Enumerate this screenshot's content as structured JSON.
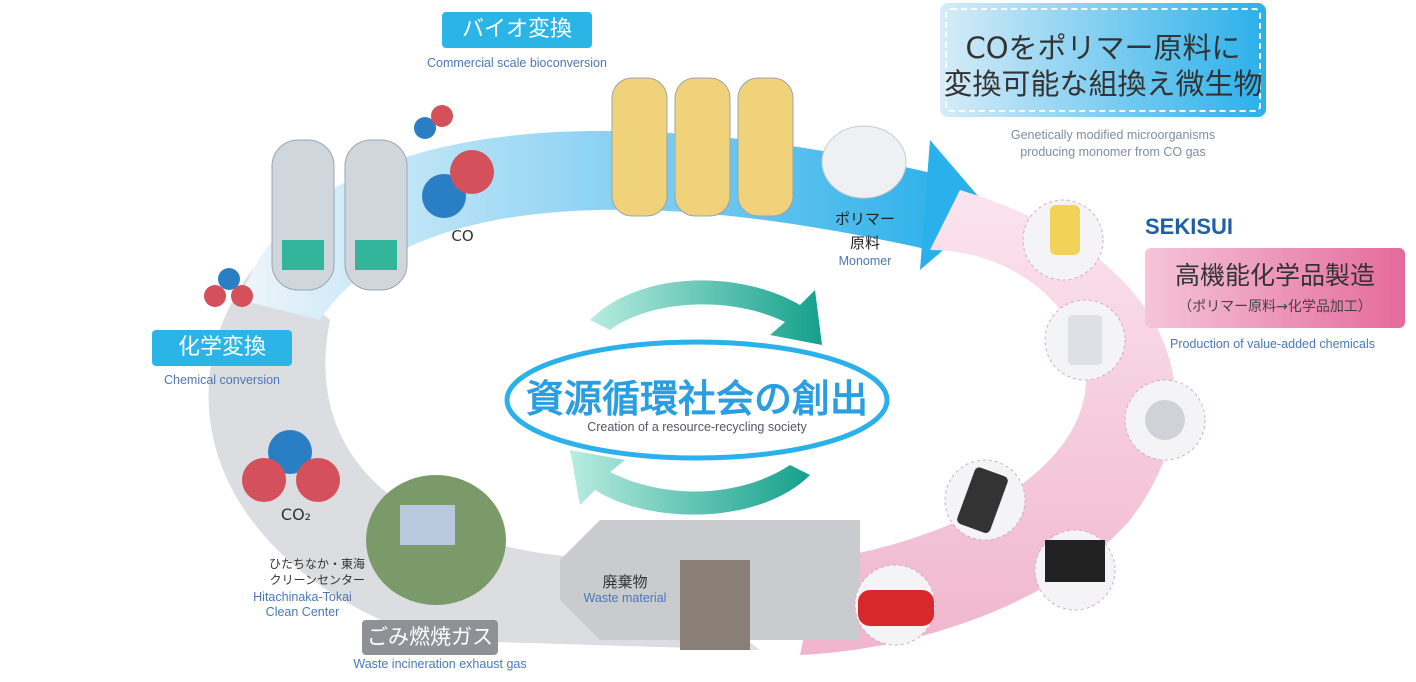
{
  "bio_label": {
    "jp": "バイオ変換",
    "en": "Commercial scale bioconversion"
  },
  "callout": {
    "line1": "COをポリマー原料に",
    "line2": "変換可能な組換え微生物",
    "en1": "Genetically modified microorganisms",
    "en2": "producing monomer from CO gas"
  },
  "company_logo": "SEKISUI",
  "chemicals": {
    "jp": "高機能化学品製造",
    "sub": "（ポリマー原料→化学品加工）",
    "en": "Production of value-added chemicals"
  },
  "chemical_conversion": {
    "jp": "化学変換",
    "en": "Chemical conversion"
  },
  "co_label": "CO",
  "co2_label": "CO₂",
  "monomer": {
    "jp1": "ポリマー",
    "jp2": "原料",
    "en": "Monomer"
  },
  "center": {
    "jp": "資源循環社会の創出",
    "en": "Creation of a resource-recycling society"
  },
  "clean_center": {
    "jp1": "ひたちなか・東海",
    "jp2": "クリーンセンター",
    "en1": "Hitachinaka-Tokai",
    "en2": "Clean Center"
  },
  "waste_gas": {
    "jp": "ごみ燃焼ガス",
    "en": "Waste incineration exhaust gas"
  },
  "waste": {
    "jp": "廃棄物",
    "en": "Waste material"
  },
  "colors": {
    "blue": "#2bb4e6",
    "pink": "#e56a9c",
    "gray": "#8e9196",
    "teal": "#1fa896",
    "logo": "#1e5fa8"
  }
}
